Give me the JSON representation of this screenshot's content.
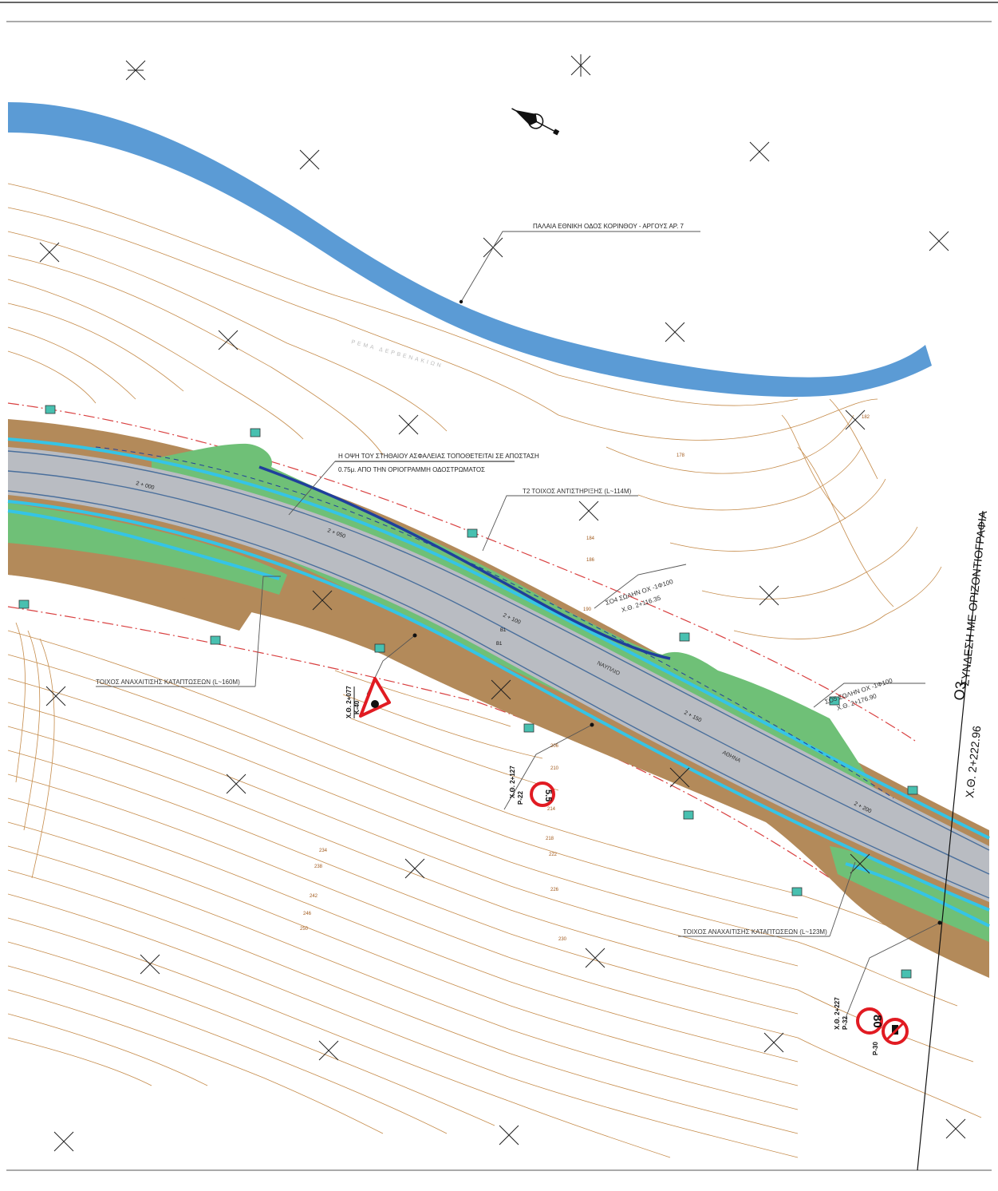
{
  "colors": {
    "river": "#5b9bd5",
    "road": "#b9bcc2",
    "road_lane": "#4a6f9c",
    "embankment": "#b38a5a",
    "green": "#6fc077",
    "barrier": "#1f3f9c",
    "contour": "#c58b4a",
    "boundary": "#d94040",
    "drain": "#35c4e6",
    "sign_red": "#e11b22"
  },
  "icons": [
    "north-arrow-icon",
    "survey-cross-icon",
    "traffic-sign-icon",
    "culvert-marker-icon"
  ],
  "labels": {
    "old_road": "ΠΑΛΑΙΑ ΕΘΝΙΚΗ ΟΔΟΣ ΚΟΡΙΝΘΟΥ - ΑΡΓΟΥΣ ΑΡ. 7",
    "ravine": "ΡΕΜΑ ΔΕΡΒΕΝΑΚΙΩΝ",
    "barrier_note_1": "Η ΟΨΗ ΤΟΥ ΣΤΗΘΑΙΟΥ ΑΣΦΑΛΕΙΑΣ ΤΟΠΟΘΕΤΕΙΤΑΙ ΣΕ ΑΠΟΣΤΑΣΗ",
    "barrier_note_2": "0.75μ. ΑΠΟ ΤΗΝ ΟΡΙΟΓΡΑΜΜΗ ΟΔΟΣΤΡΩΜΑΤΟΣ",
    "retaining_wall": "Τ2 ΤΟΙΧΟΣ  ΑΝΤΙΣΤΗΡΙΞΗΣ  (L~114M)",
    "pipe_1a": "ΣΟ4  ΣΩΛΗΝ  ΟΧ -1Φ100",
    "pipe_1b": "Χ.Θ. 2+116.35",
    "pipe_2a": "ΣΟ5  ΣΩΛΗΝ  ΟΧ -1Φ100",
    "pipe_2b": "Χ.Θ. 2+176.90",
    "rockfall_wall_1": "ΤΟΙΧΟΣ  ΑΝΑΧΑΙΤΙΣΗΣ ΚΑΤΑΠΤΩΣΕΩΝ  (L~160M)",
    "rockfall_wall_2": "ΤΟΙΧΟΣ  ΑΝΑΧΑΙΤΙΣΗΣ ΚΑΤΑΠΤΩΣΕΩΝ  (L~123M)",
    "to_nafplio": "ΝΑΥΠΛΙΟ",
    "to_athina": "ΑΘΗΝΑ",
    "connection": "ΣΥΝΔΕΣΗ ΜΕ ΟΡΙΖΟΝΤΙΟΓΡΑΦΙΑ",
    "connection_sheet": "Ο3",
    "connection_ch": "Χ.Θ. 2+222.96",
    "b1": "B1",
    "b1b": "B1"
  },
  "chainages": [
    {
      "text": "2 + 000"
    },
    {
      "text": "2 + 050"
    },
    {
      "text": "2 + 100"
    },
    {
      "text": "2 + 150"
    },
    {
      "text": "2 + 200"
    }
  ],
  "signs": [
    {
      "code": "Κ-40",
      "ch": "Χ.Θ. 2+077",
      "face": ""
    },
    {
      "code": "Ρ-22",
      "ch": "Χ.Θ. 2+127",
      "face": "5.5"
    },
    {
      "code": "Ρ-32",
      "ch": "Χ.Θ. 2+227",
      "face": "80"
    },
    {
      "code": "Ρ-30",
      "ch": "",
      "face": ""
    }
  ],
  "contours": [
    "182",
    "178",
    "184",
    "186",
    "190",
    "206",
    "210",
    "214",
    "218",
    "222",
    "226",
    "230",
    "234",
    "238",
    "242",
    "246",
    "250"
  ]
}
